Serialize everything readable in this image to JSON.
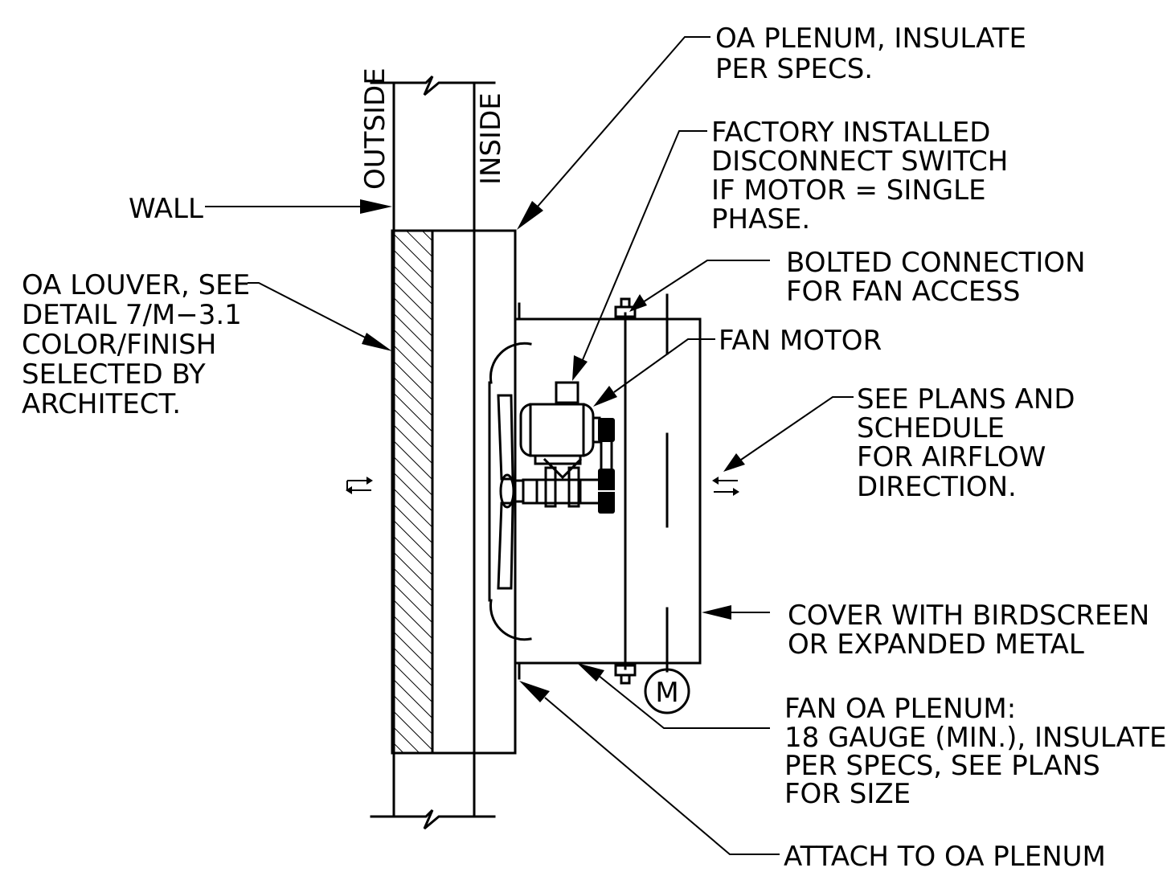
{
  "labels": {
    "wall": "WALL",
    "outside": "OUTSIDE",
    "inside": "INSIDE",
    "oa_louver": [
      "OA LOUVER, SEE",
      "DETAIL 7/M−3.1",
      "COLOR/FINISH",
      "SELECTED BY",
      "ARCHITECT."
    ],
    "oa_plenum": [
      "OA PLENUM, INSULATE",
      "PER SPECS."
    ],
    "disconnect_switch": [
      "FACTORY INSTALLED",
      "DISCONNECT SWITCH",
      "IF MOTOR = SINGLE",
      "PHASE."
    ],
    "bolted_connection": [
      "BOLTED CONNECTION",
      "FOR FAN ACCESS"
    ],
    "fan_motor": "FAN MOTOR",
    "airflow_direction": [
      "SEE PLANS AND",
      "SCHEDULE",
      "FOR AIRFLOW",
      "DIRECTION."
    ],
    "cover": [
      "COVER WITH BIRDSCREEN",
      "OR EXPANDED METAL"
    ],
    "fan_oa_plenum": [
      "FAN OA PLENUM:",
      "18 GAUGE (MIN.), INSULATE",
      "PER SPECS, SEE PLANS",
      "FOR SIZE"
    ],
    "attach": "ATTACH TO OA PLENUM",
    "motor_symbol": "M"
  }
}
